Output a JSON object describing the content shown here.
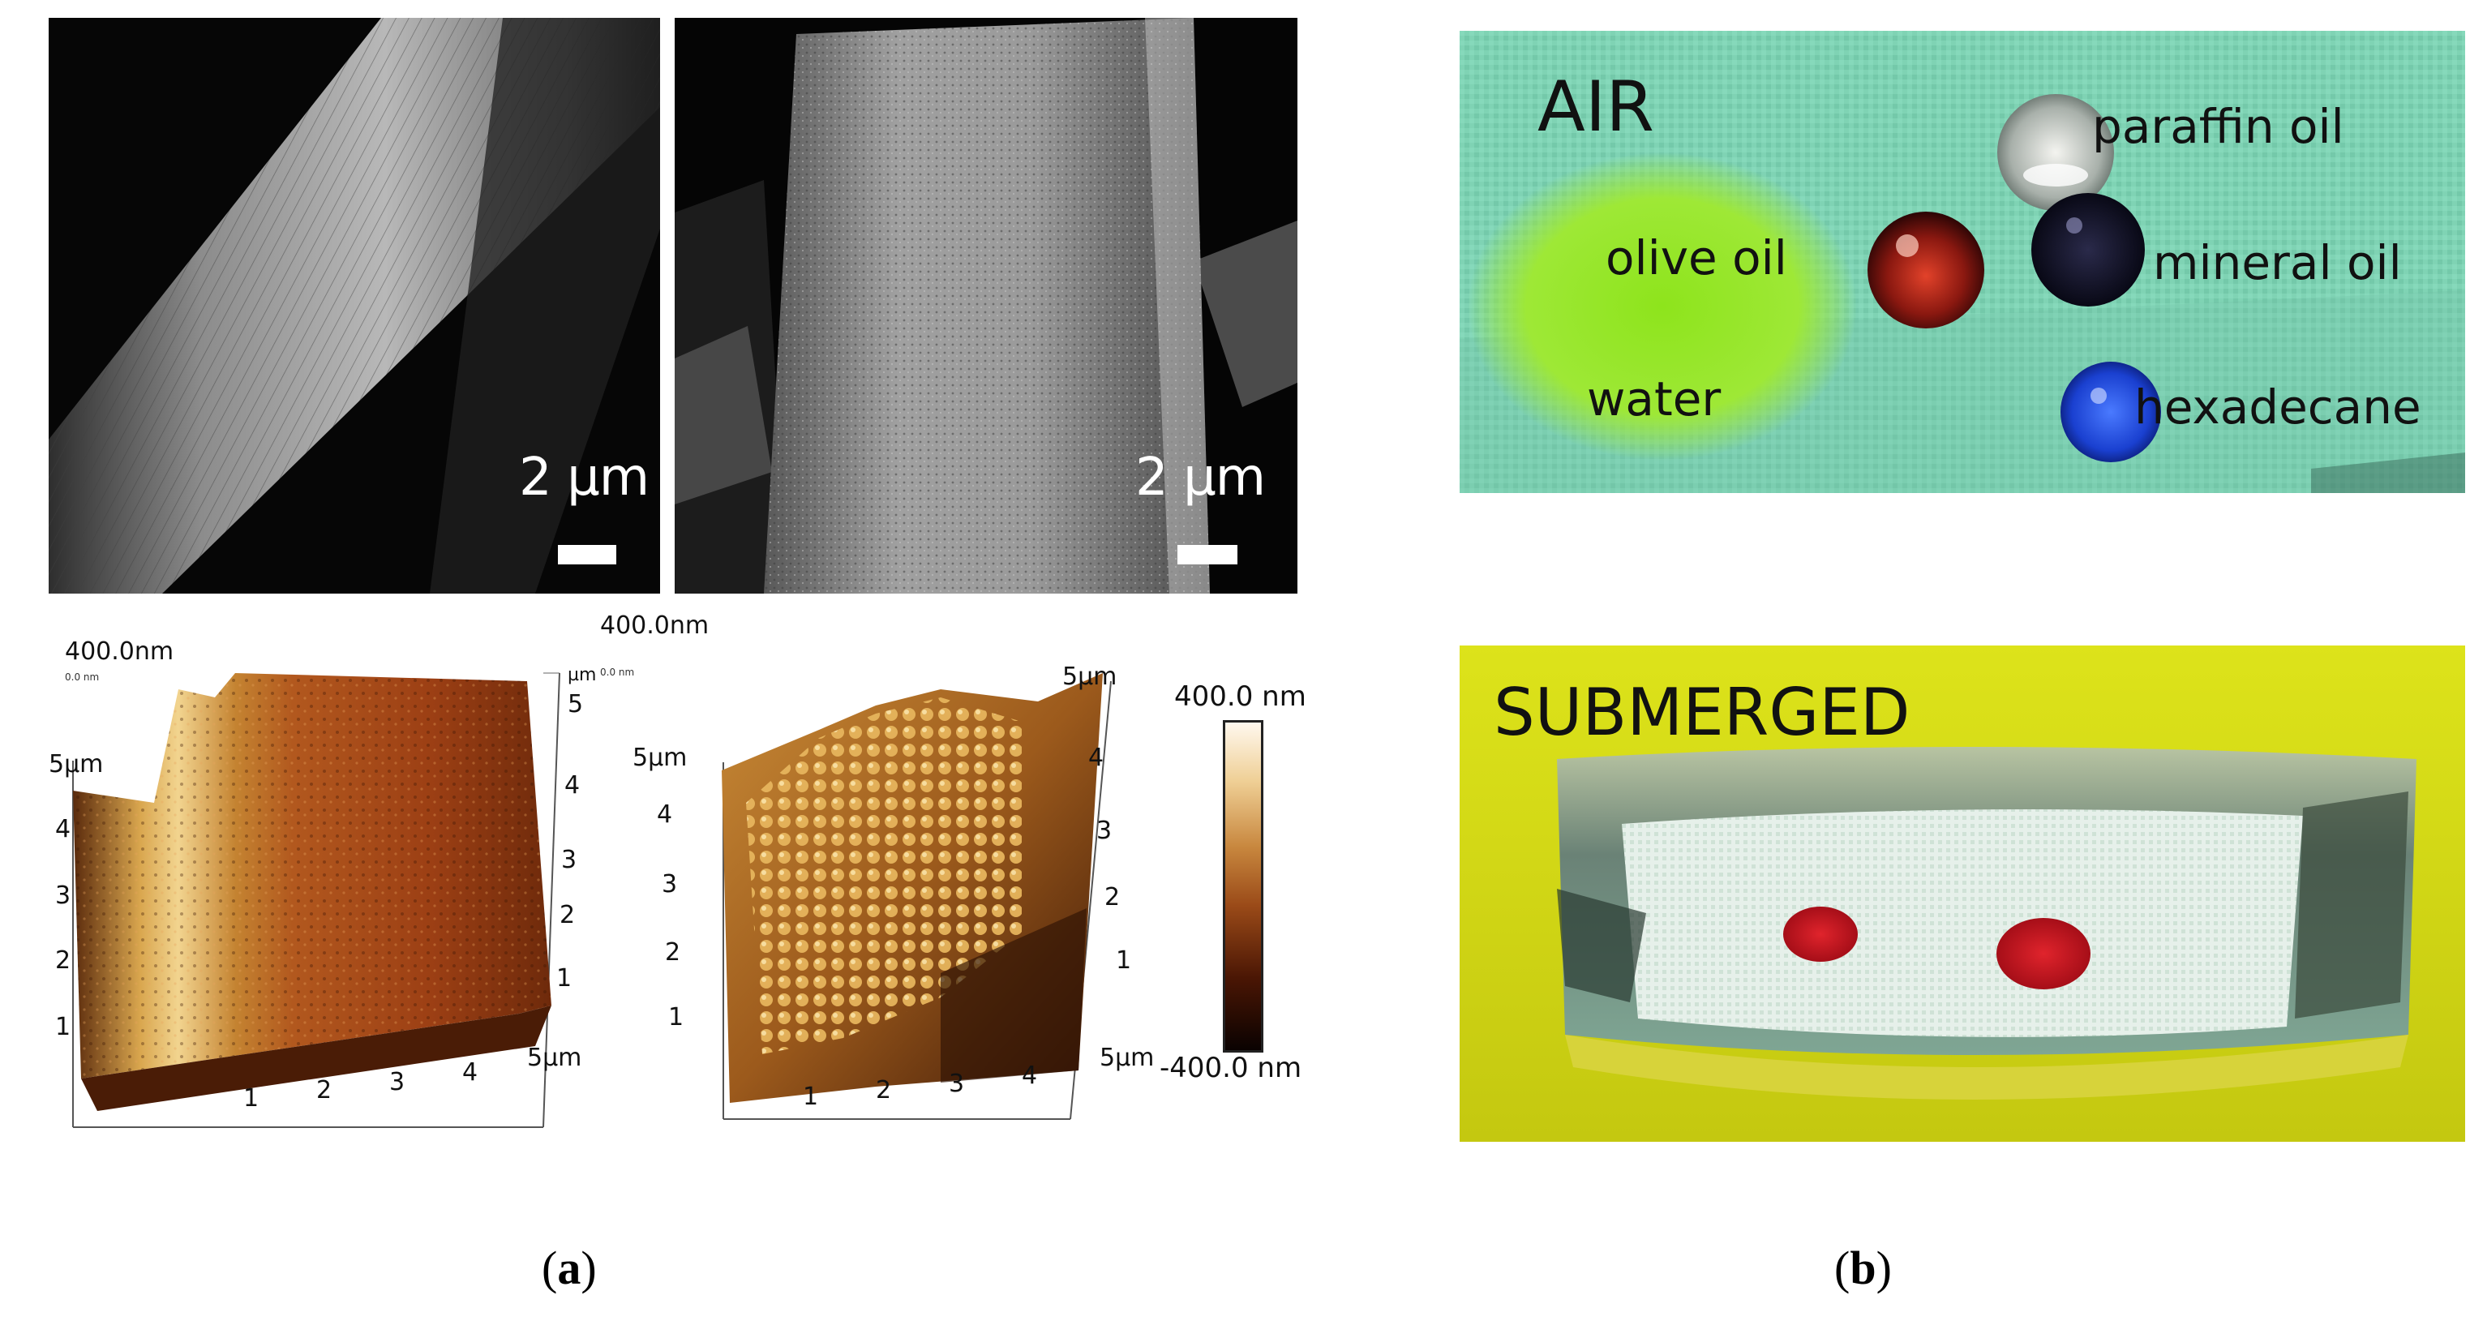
{
  "panel_a": {
    "sem_left_scale": "2 µm",
    "sem_right_scale": "2 µm",
    "afm_left": {
      "height_label": "400.0nm",
      "zero_label": "0.0 nm",
      "y_axis_top": "5µm",
      "y_ticks": [
        "4",
        "3",
        "2",
        "1"
      ],
      "x_ticks": [
        "1",
        "2",
        "3",
        "4"
      ],
      "x_axis_end": "5µm",
      "right_unit": "µm",
      "right_ticks": [
        "5",
        "4",
        "3",
        "2",
        "1"
      ]
    },
    "afm_right": {
      "height_label": "400.0nm",
      "zero_label": "0.0 nm",
      "y_axis_top": "5µm",
      "y_ticks": [
        "4",
        "3",
        "2",
        "1"
      ],
      "x_ticks": [
        "1",
        "2",
        "3",
        "4"
      ],
      "x_axis_end": "5µm",
      "right_top": "5µm",
      "right_ticks": [
        "4",
        "3",
        "2",
        "1"
      ]
    },
    "colorbar": {
      "max_label": "400.0 nm",
      "min_label": "-400.0 nm"
    },
    "caption": "a"
  },
  "panel_b": {
    "air_label": "AIR",
    "droplet_labels": {
      "paraffin": "paraffin oil",
      "olive": "olive oil",
      "mineral": "mineral oil",
      "water": "water",
      "hexadecane": "hexadecane"
    },
    "submerged_label": "SUBMERGED",
    "caption": "b"
  },
  "colors": {
    "afm_dark": "#2a0d04",
    "afm_mid": "#a8521a",
    "afm_light": "#f0cf8a",
    "fabric_green": "#7fd3b4",
    "submerged_yellow": "#d9dc18",
    "droplet_red": "#c81a22",
    "droplet_blue": "#1a46d9"
  }
}
